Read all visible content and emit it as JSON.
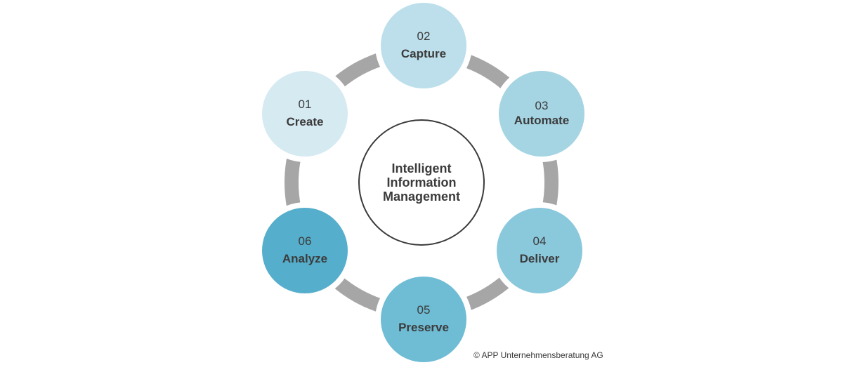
{
  "center": {
    "lines": [
      "Intelligent",
      "Information",
      "Management"
    ]
  },
  "steps": [
    {
      "number": "01",
      "label": "Create",
      "color": "#d6eaf2"
    },
    {
      "number": "02",
      "label": "Capture",
      "color": "#bcdfeb"
    },
    {
      "number": "03",
      "label": "Automate",
      "color": "#a5d4e3"
    },
    {
      "number": "04",
      "label": "Deliver",
      "color": "#8ac8dc"
    },
    {
      "number": "05",
      "label": "Preserve",
      "color": "#6fbcd5"
    },
    {
      "number": "06",
      "label": "Analyze",
      "color": "#55aecb"
    }
  ],
  "colors": {
    "ring": "#a6a6a6",
    "text": "#3b3b3b",
    "center_border": "#3a3a3a"
  },
  "copyright": "© APP Unternehmensberatung AG"
}
